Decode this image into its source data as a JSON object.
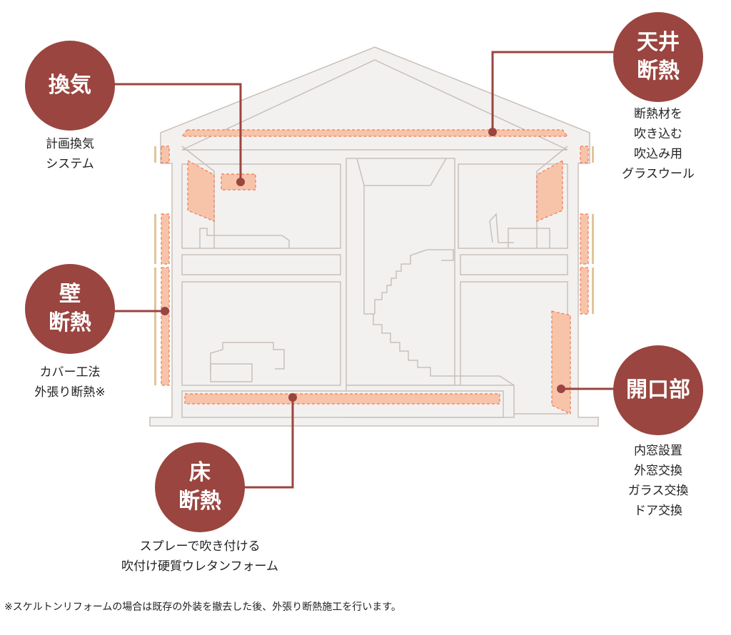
{
  "colors": {
    "accent": "#9a4540",
    "insulation_fill": "#f7c4a9",
    "insulation_stroke": "#ee7a55",
    "house_fill": "#f3f1f0",
    "house_line": "#c9bfb9",
    "exterior_siding": "#e2c49a"
  },
  "callouts": {
    "ventilation": {
      "title": "換気",
      "description": "計画換気\nシステム"
    },
    "ceiling": {
      "title": "天井\n断熱",
      "description": "断熱材を\n吹き込む\n吹込み用\nグラスウール"
    },
    "wall": {
      "title": "壁\n断熱",
      "description": "カバー工法\n外張り断熱※"
    },
    "openings": {
      "title": "開口部",
      "description": "内窓設置\n外窓交換\nガラス交換\nドア交換"
    },
    "floor": {
      "title": "床\n断熱",
      "description": "スプレーで吹き付ける\n吹付け硬質ウレタンフォーム"
    }
  },
  "footnote": "※スケルトンリフォームの場合は既存の外装を撤去した後、外張り断熱施工を行います。"
}
